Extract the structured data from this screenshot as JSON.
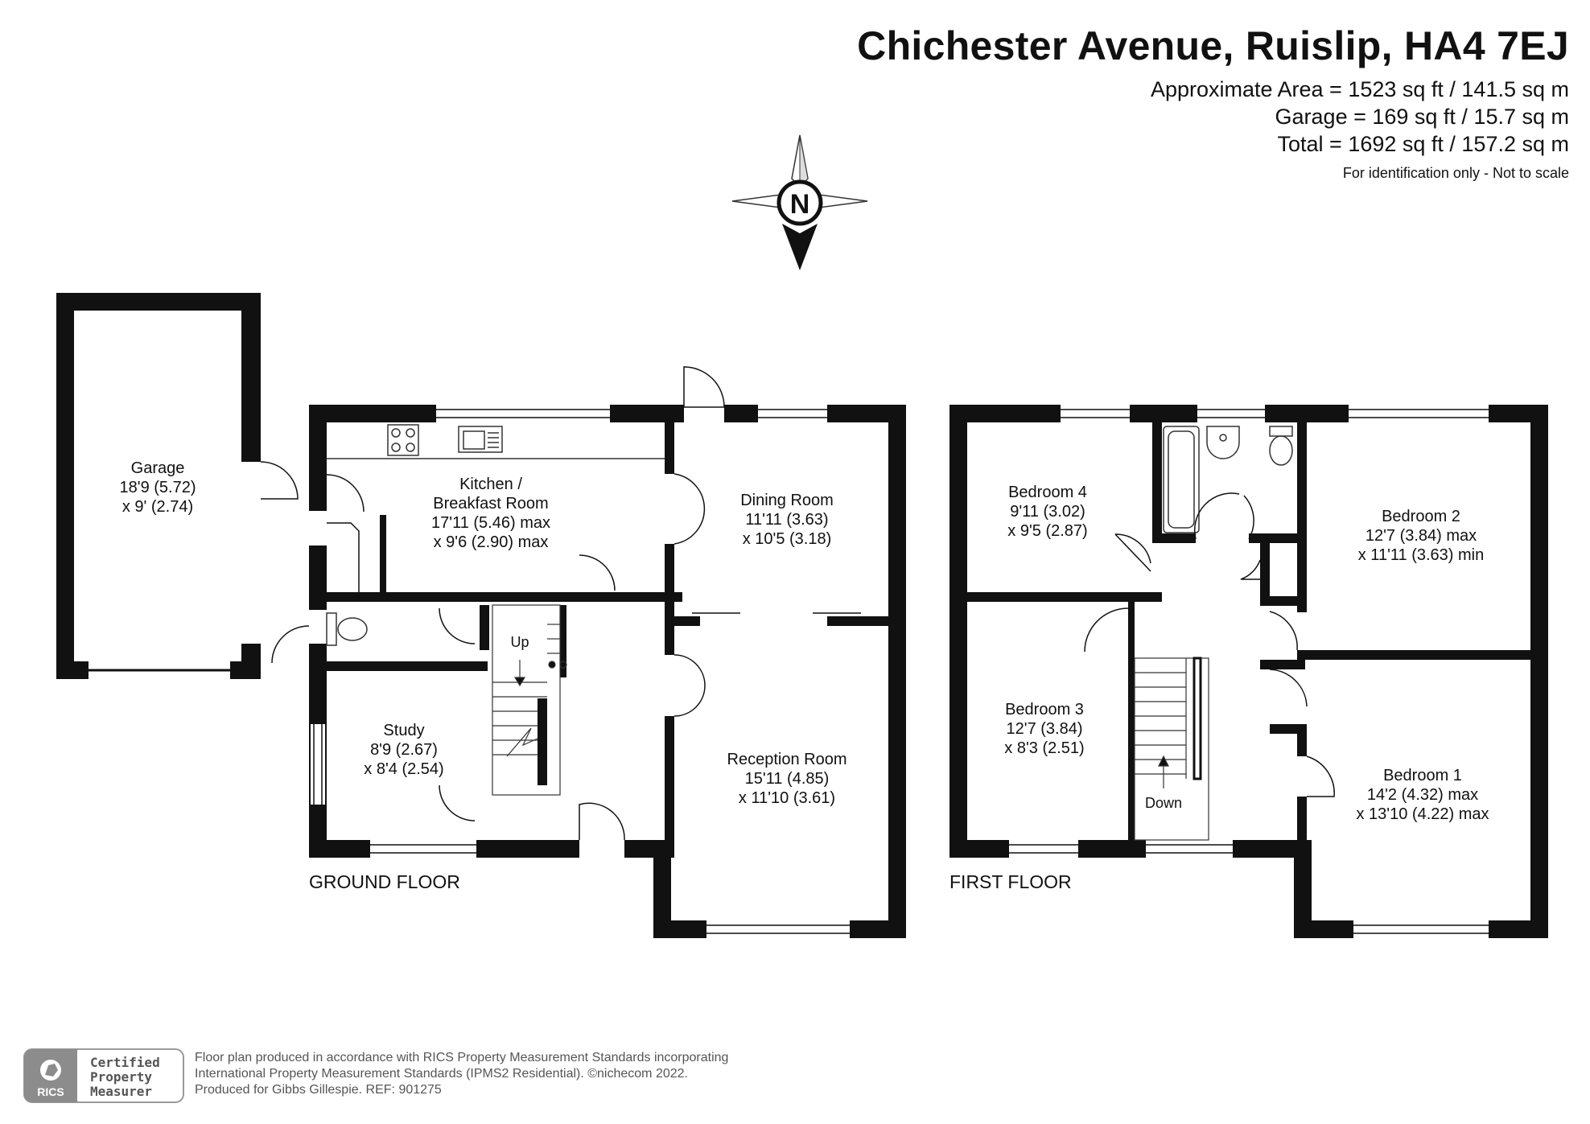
{
  "header": {
    "title": "Chichester Avenue, Ruislip, HA4 7EJ",
    "areas": [
      "Approximate Area = 1523 sq ft / 141.5 sq m",
      "Garage = 169 sq ft / 15.7 sq m",
      "Total = 1692 sq ft / 157.2 sq m"
    ],
    "note": "For identification only - Not to scale"
  },
  "compass": {
    "letter": "N",
    "icon": "compass-rose-icon"
  },
  "ground_floor": {
    "label": "GROUND FLOOR",
    "rooms": {
      "garage": [
        "Garage",
        "18'9 (5.72)",
        "x 9' (2.74)"
      ],
      "kitchen": [
        "Kitchen /",
        "Breakfast Room",
        "17'11 (5.46) max",
        "x 9'6 (2.90) max"
      ],
      "dining": [
        "Dining Room",
        "11'11 (3.63)",
        "x 10'5 (3.18)"
      ],
      "study": [
        "Study",
        "8'9 (2.67)",
        "x 8'4 (2.54)"
      ],
      "reception": [
        "Reception Room",
        "15'11 (4.85)",
        "x 11'10 (3.61)"
      ]
    },
    "stairs_label": "Up"
  },
  "first_floor": {
    "label": "FIRST FLOOR",
    "rooms": {
      "bedroom4": [
        "Bedroom 4",
        "9'11 (3.02)",
        "x 9'5 (2.87)"
      ],
      "bedroom2": [
        "Bedroom 2",
        "12'7 (3.84) max",
        "x 11'11 (3.63) min"
      ],
      "bedroom3": [
        "Bedroom 3",
        "12'7 (3.84)",
        "x 8'3 (2.51)"
      ],
      "bedroom1": [
        "Bedroom 1",
        "14'2 (4.32) max",
        "x 13'10 (4.22) max"
      ]
    },
    "stairs_label": "Down"
  },
  "footer": {
    "badge": {
      "line1": "Certified",
      "line2": "Property",
      "line3": "Measurer",
      "logo_text": "RICS"
    },
    "lines": [
      "Floor plan produced in accordance with RICS Property Measurement Standards incorporating",
      "International Property Measurement Standards (IPMS2 Residential).  ©nichecom 2022.",
      "Produced for Gibbs Gillespie.   REF: 901275"
    ]
  }
}
